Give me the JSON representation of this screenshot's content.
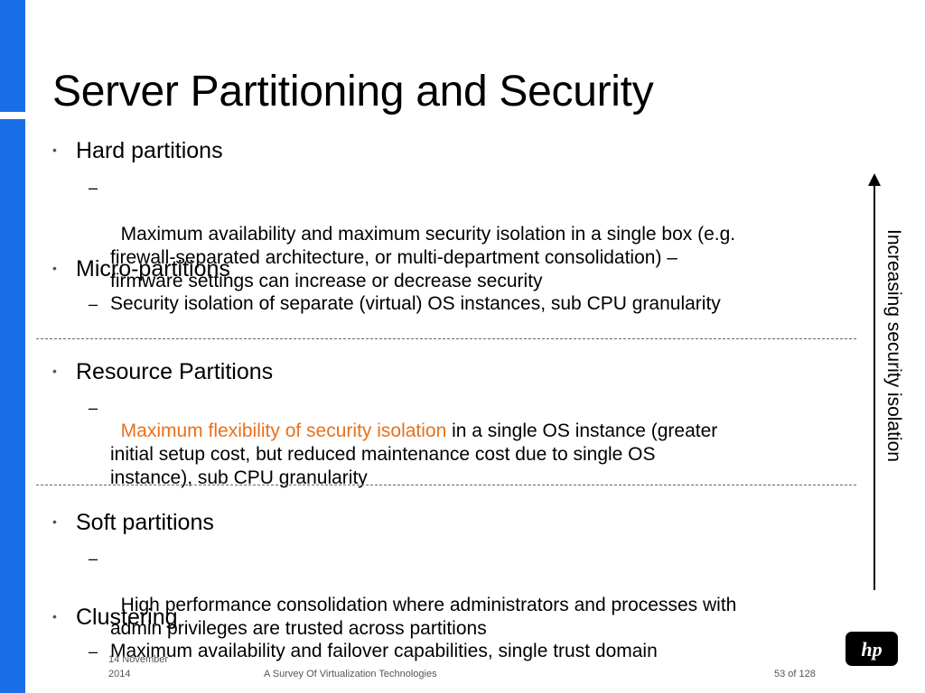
{
  "slide": {
    "title": "Server Partitioning and Security",
    "bullets": [
      {
        "label": "Hard partitions",
        "sub": "Maximum availability and maximum security isolation in a single box (e.g.\nfirewall-separated architecture, or multi-department consolidation) –\nfirmware settings can increase or decrease security"
      },
      {
        "label": "Micro-partitions",
        "sub": "Security isolation of separate (virtual) OS instances, sub CPU granularity"
      },
      {
        "label": "Resource Partitions",
        "sub_highlight": "Maximum flexibility of security isolation",
        "sub_rest": " in a single OS instance (greater\ninitial setup cost, but reduced maintenance cost due to single OS\ninstance), sub CPU granularity"
      },
      {
        "label": "Soft partitions",
        "sub": "High performance consolidation where administrators and processes with\nadmin privileges are trusted across partitions"
      },
      {
        "label": "Clustering",
        "sub": "Maximum availability and failover capabilities, single trust domain"
      }
    ],
    "side_label": "Increasing security isolation"
  },
  "footer": {
    "date": "14 November\n2014",
    "presentation_title": "A Survey Of Virtualization Technologies",
    "page": "53 of 128"
  },
  "colors": {
    "accent": "#1a6fe8",
    "highlight": "#e8701c"
  },
  "logo": {
    "text": "hp"
  }
}
